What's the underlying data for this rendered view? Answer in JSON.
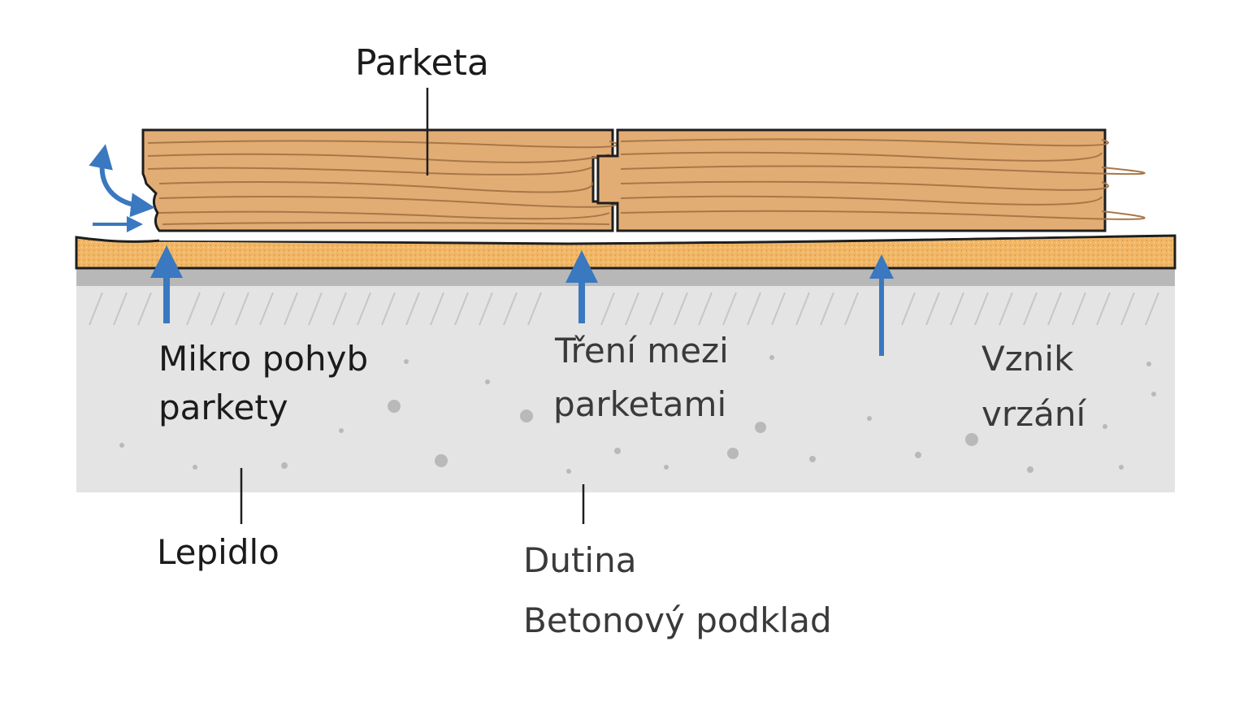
{
  "labels": {
    "parketa": "Parketa",
    "mikro_line1": "Mikro pohyb",
    "mikro_line2": "parkety",
    "treni_line1": "Tření mezi",
    "treni_line2": "parketami",
    "vznik_line1": "Vznik",
    "vznik_line2": "vrzání",
    "lepidlo": "Lepidlo",
    "dutina": "Dutina",
    "beton": "Betonový podklad"
  },
  "colors": {
    "wood": "#e2ad74",
    "wood_grain": "#a87748",
    "adhesive": "#f2b766",
    "concrete": "#e4e4e4",
    "concrete_top": "#b8b8b8",
    "arrow": "#3a78c0",
    "outline": "#1e1e1e"
  },
  "icons": [
    "movement-arrow-icon",
    "force-arrow-icon"
  ]
}
